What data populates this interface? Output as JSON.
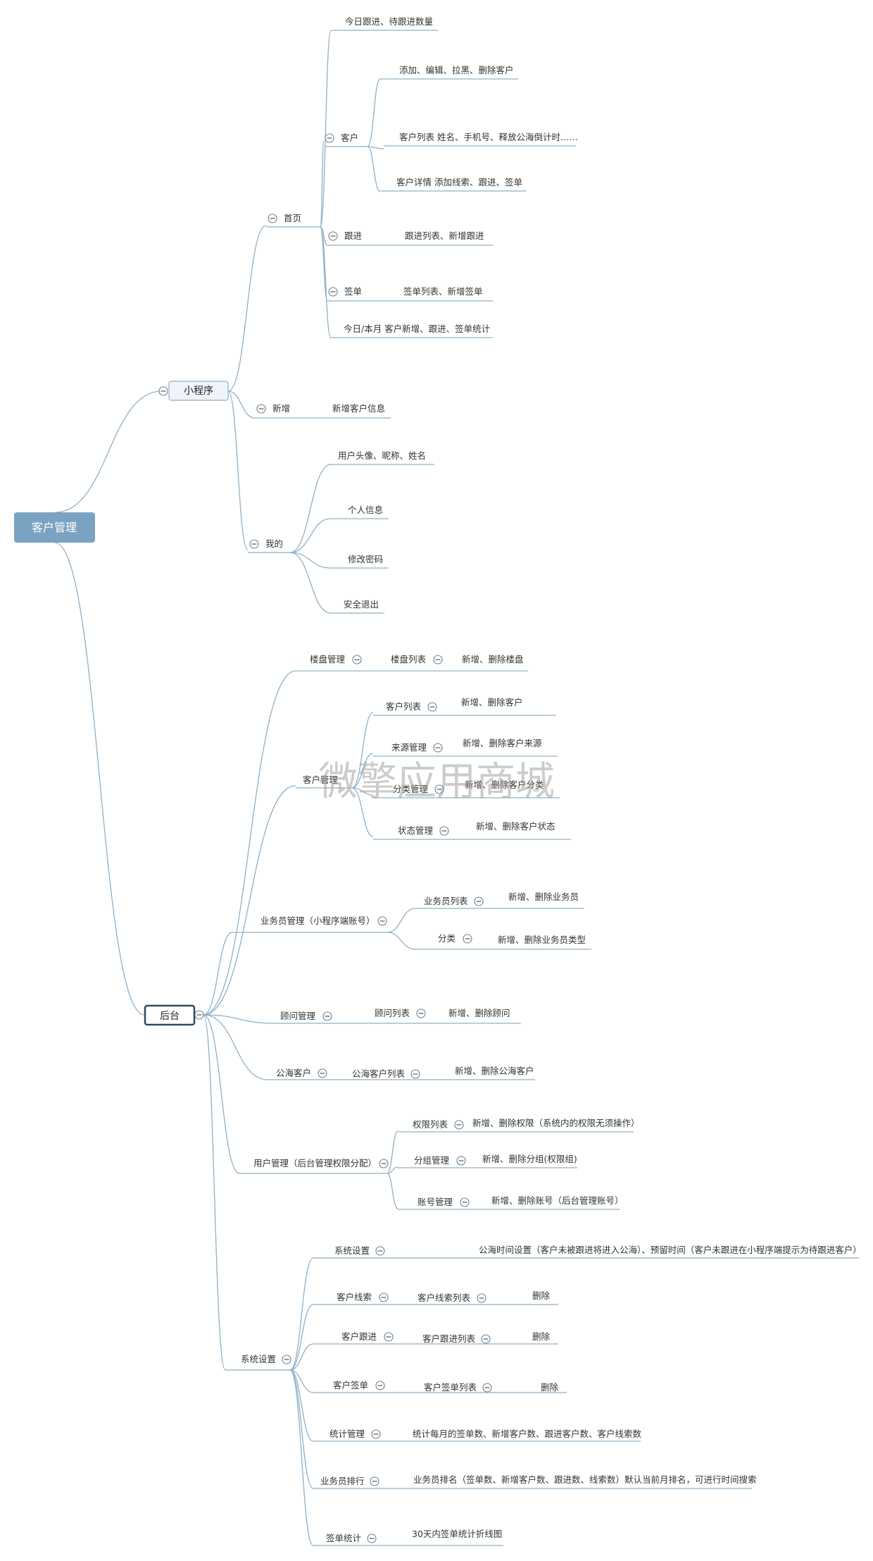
{
  "root": {
    "label": "客户管理"
  },
  "mini": {
    "label": "小程序",
    "home": {
      "label": "首页",
      "today": "今日跟进、待跟进数量",
      "customer": {
        "label": "客户",
        "crud": "添加、编辑、拉黑、删除客户",
        "list": "客户列表 姓名、手机号、释放公海倒计时……",
        "detail": "客户详情 添加线索、跟进、签单"
      },
      "follow": {
        "label": "跟进",
        "detail": "跟进列表、新增跟进"
      },
      "sign": {
        "label": "签单",
        "detail": "签单列表、新增签单"
      },
      "rank": "今日/本月 客户新增、跟进、签单统计"
    },
    "add": {
      "label": "新增",
      "detail": "新增客户信息"
    },
    "mine": {
      "label": "我的",
      "items": [
        "用户头像、昵称、姓名",
        "个人信息",
        "修改密码",
        "安全退出"
      ]
    }
  },
  "admin": {
    "label": "后台",
    "building": {
      "label": "楼盘管理",
      "sub": "楼盘列表",
      "leaf": "新增、删除楼盘"
    },
    "custmgmt": {
      "label": "客户管理",
      "list": {
        "label": "客户列表",
        "leaf": "新增、删除客户"
      },
      "source": {
        "label": "来源管理",
        "leaf": "新增、删除客户来源"
      },
      "category": {
        "label": "分类管理",
        "leaf": "新增、删除客户分类"
      },
      "status": {
        "label": "状态管理",
        "leaf": "新增、删除客户状态"
      }
    },
    "sales": {
      "label": "业务员管理（小程序端账号）",
      "list": {
        "label": "业务员列表",
        "leaf": "新增、删除业务员"
      },
      "category": {
        "label": "分类",
        "leaf": "新增、删除业务员类型"
      }
    },
    "advisor": {
      "label": "顾问管理",
      "sub": "顾问列表",
      "leaf": "新增、删除顾问"
    },
    "sea": {
      "label": "公海客户",
      "sub": "公海客户列表",
      "leaf": "新增、删除公海客户"
    },
    "users": {
      "label": "用户管理（后台管理权限分配）",
      "perm": {
        "label": "权限列表",
        "leaf": "新增、删除权限（系统内的权限无须操作）"
      },
      "group": {
        "label": "分组管理",
        "leaf": "新增、删除分组(权限组)"
      },
      "account": {
        "label": "账号管理",
        "leaf": "新增、删除账号（后台管理账号）"
      }
    },
    "system": {
      "label": "系统设置",
      "settings": {
        "label": "系统设置",
        "leaf": "公海时间设置（客户未被跟进将进入公海）、预留时间（客户未跟进在小程序端提示为待跟进客户）"
      },
      "clue": {
        "label": "客户线索",
        "sub": "客户线索列表",
        "leaf": "删除"
      },
      "follow": {
        "label": "客户跟进",
        "sub": "客户跟进列表",
        "leaf": "删除"
      },
      "sign": {
        "label": "客户签单",
        "sub": "客户签单列表",
        "leaf": "删除"
      },
      "stats": {
        "label": "统计管理",
        "leaf": "统计每月的签单数、新增客户数、跟进客户数、客户线索数"
      },
      "ranking": {
        "label": "业务员排行",
        "leaf": "业务员排名（签单数、新增客户数、跟进数、线索数）默认当前月排名，可进行时间搜索"
      },
      "chart": {
        "label": "签单统计",
        "leaf": "30天内签单统计折线图"
      }
    }
  },
  "watermark": "微擎应用商城"
}
